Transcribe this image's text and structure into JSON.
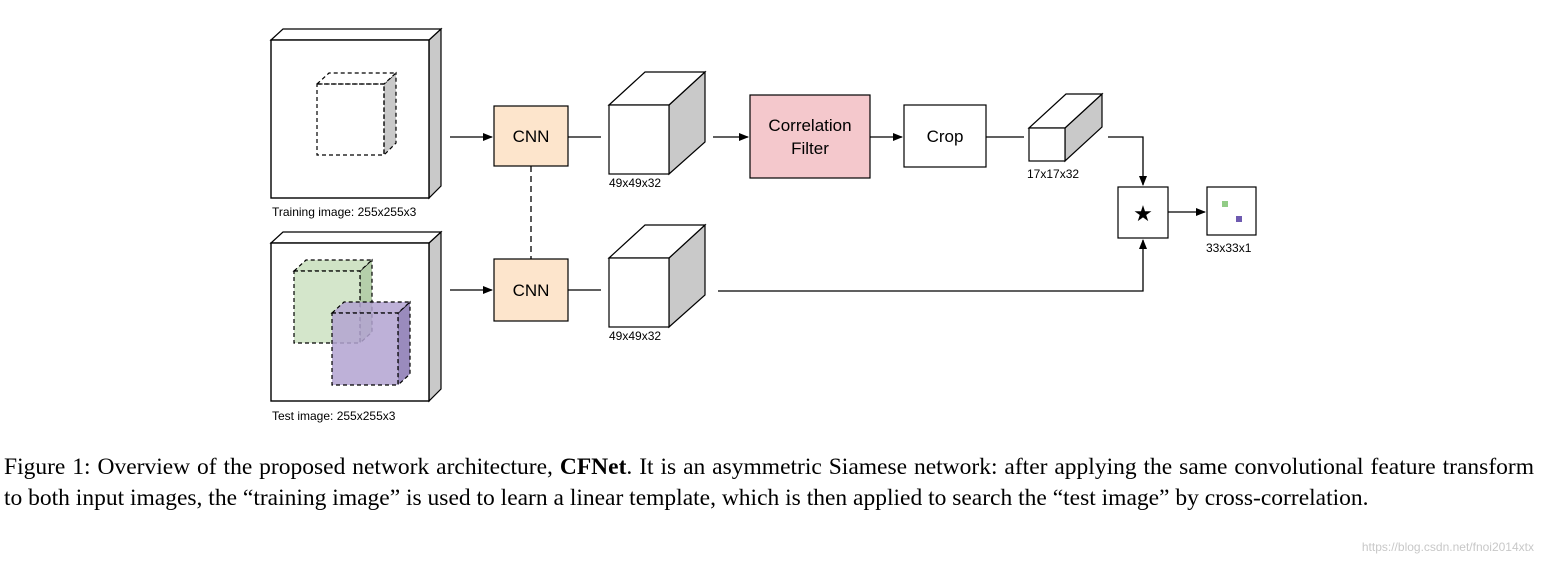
{
  "diagram": {
    "training_image_label": "Training image: 255x255x3",
    "test_image_label": "Test image: 255x255x3",
    "cnn_top_label": "CNN",
    "cnn_bottom_label": "CNN",
    "feature_top_label": "49x49x32",
    "feature_bottom_label": "49x49x32",
    "correlation_filter_line1": "Correlation",
    "correlation_filter_line2": "Filter",
    "crop_label": "Crop",
    "template_label": "17x17x32",
    "cross_correlation_symbol": "★",
    "response_label": "33x33x1",
    "colors": {
      "cnn_fill": "#fde5cc",
      "correlation_fill": "#f4c8cc",
      "green_region": "#cfe3c5",
      "purple_region": "#b3a3d1",
      "cube_side": "#c9c9c9",
      "response_green": "#92cc86",
      "response_purple": "#6e5ab0"
    }
  },
  "caption": {
    "prefix": "Figure 1: Overview of the proposed network architecture, ",
    "bold": "CFNet",
    "suffix": ". It is an asymmetric Siamese network: after applying the same convolutional feature transform to both input images, the “training image” is used to learn a linear template, which is then applied to search the “test image” by cross-correlation."
  },
  "watermark": "https://blog.csdn.net/fnoi2014xtx"
}
